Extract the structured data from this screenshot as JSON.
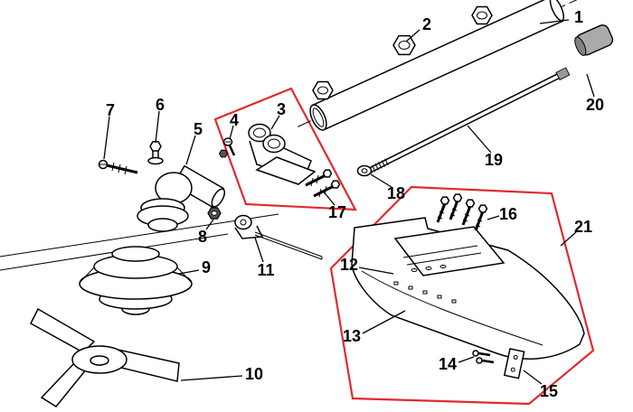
{
  "diagram": {
    "type": "exploded-parts-diagram",
    "colors": {
      "line": "#000000",
      "highlight": "#e02a2e",
      "metal": "#aaaaaa",
      "metal_dark": "#808080",
      "background": "#ffffff"
    },
    "labels": {
      "p1": "1",
      "p2": "2",
      "p3": "3",
      "p4": "4",
      "p5": "5",
      "p6": "6",
      "p7": "7",
      "p8": "8",
      "p9": "9",
      "p10": "10",
      "p11": "11",
      "p12": "12",
      "p13": "13",
      "p14": "14",
      "p15": "15",
      "p16": "16",
      "p17": "17",
      "p18": "18",
      "p19": "19",
      "p20": "20",
      "p21": "21"
    }
  }
}
